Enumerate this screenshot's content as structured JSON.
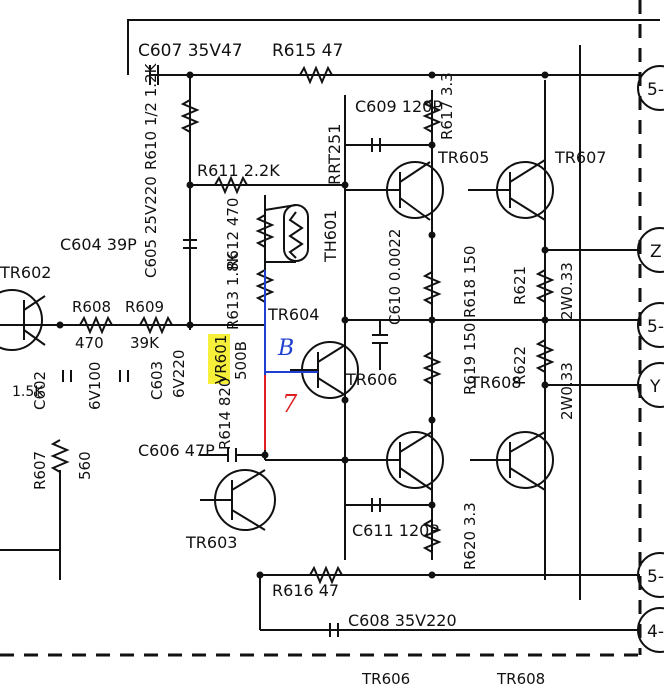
{
  "labels": {
    "c607": "C607 35V47",
    "r615": "R615 47",
    "r610": "R610 1/2 1.2K",
    "c609": "C609 120P",
    "r617": "R617 3.3",
    "rrt251": "RRT251",
    "tr605": "TR605",
    "tr607": "TR607",
    "r611": "R611 2.2K",
    "c605": "C605 25V220",
    "r612": "R612 470",
    "th601": "TH601",
    "tr602": "TR602",
    "c604": "C604 39P",
    "r608": "R608",
    "r608_val": "470",
    "r609": "R609",
    "r609_val": "39K",
    "r613": "R613 1.8K",
    "tr604": "TR604",
    "c610": "C610 0.0022",
    "r618": "R618 150",
    "r621": "R621",
    "r621_val": "2W0.33",
    "vr601": "VR601",
    "vr601_val": "500B",
    "r614": "R614 820",
    "c602": "C602",
    "c603": "C603",
    "c602_val": "6V100",
    "c603_val": "6V220",
    "r_1k5": "1.5K",
    "r619": "R619 150",
    "r622": "R622",
    "r622_val": "2W0.33",
    "tr606": "TR606",
    "tr608": "TR608",
    "c606": "C606 47P",
    "r607": "R607",
    "r607_val": "560",
    "tr603": "TR603",
    "c611": "C611 120P",
    "r620": "R620 3.3",
    "r616": "R616 47",
    "c608": "C608 35V220",
    "bottom_tr606": "TR606",
    "bottom_tr608": "TR608",
    "conn1": "5-",
    "conn2": "Z",
    "conn3": "5-",
    "conn4": "Y",
    "conn5": "5-",
    "conn6": "4-",
    "handwritten_b": "B",
    "handwritten_7": "7"
  },
  "colors": {
    "highlight": "#f6f03a",
    "red_trace": "#e02020",
    "blue_trace": "#1f3fd0"
  }
}
